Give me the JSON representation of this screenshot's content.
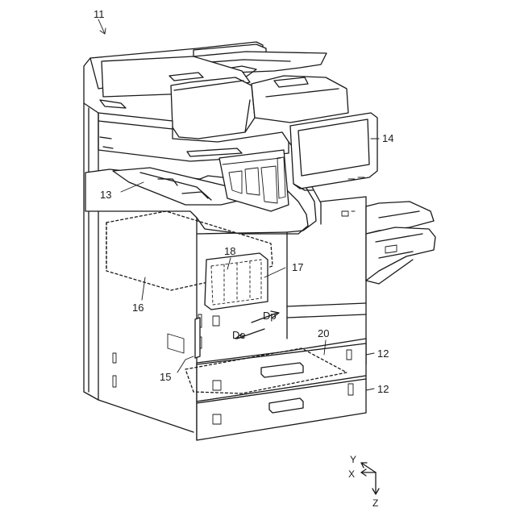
{
  "figure": {
    "labels": {
      "device": "11",
      "output_tray": "13",
      "operation_panel": "14",
      "front_cover": "15",
      "internal_unit": "16",
      "cartridge_set": "17",
      "cartridge": "18",
      "drawer_region": "20",
      "sheet_cassette_upper": "12",
      "sheet_cassette_lower": "12"
    },
    "directions": {
      "detach": "De",
      "push": "Dp"
    },
    "axes": {
      "y": "Y",
      "x": "X",
      "z": "Z"
    }
  }
}
